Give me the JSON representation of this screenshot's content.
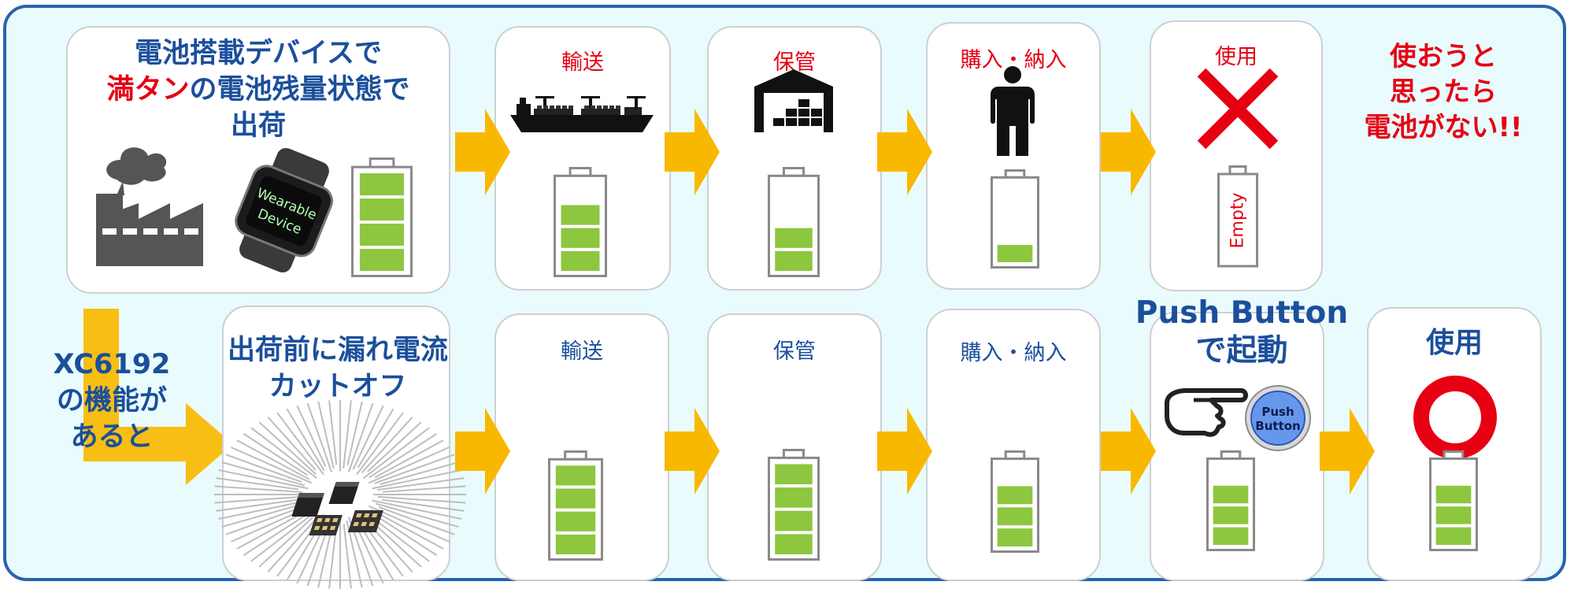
{
  "top_row": {
    "title_line1": "電池搭載デバイスで",
    "title_line2_red": "満タン",
    "title_line2_rest": "の電池残量状態で",
    "title_line3": "出荷",
    "device_text_1": "Wearable",
    "device_text_2": "Device",
    "stages": [
      "輸送",
      "保管",
      "購入・納入",
      "使用"
    ],
    "empty_label": "Empty",
    "result_lines": [
      "使おうと",
      "思ったら",
      "電池がない!!"
    ]
  },
  "bottom_row": {
    "feature_lines": [
      "XC6192",
      "の機能が",
      "あると"
    ],
    "title_lines": [
      "出荷前に漏れ電流",
      "カットオフ"
    ],
    "stages": [
      "輸送",
      "保管",
      "購入・納入"
    ],
    "push_title_lines": [
      "Push Button",
      "で起動"
    ],
    "push_button_lines": [
      "Push",
      "Button"
    ],
    "use_label": "使用"
  },
  "colors": {
    "frame": "#2a63ad",
    "accent_red": "#e60012",
    "accent_blue": "#1b4f9c",
    "arrow": "#f9b800",
    "battery_fill": "#8dc63f"
  },
  "battery_levels": {
    "top": [
      4,
      3,
      2,
      1,
      0
    ],
    "bottom": [
      4,
      4,
      3,
      3,
      3
    ]
  }
}
